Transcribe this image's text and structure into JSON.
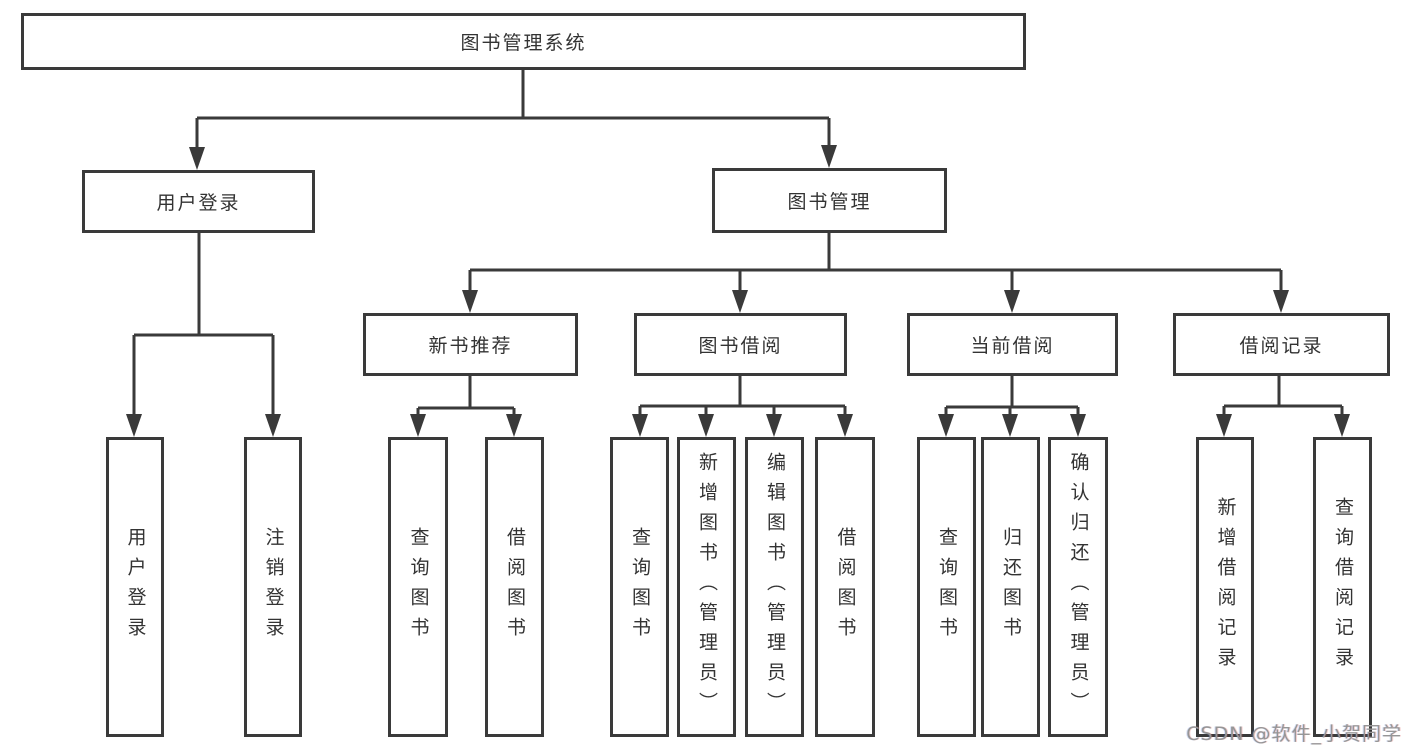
{
  "diagram_title": "图书管理系统",
  "tree": {
    "label": "图书管理系统",
    "children": [
      {
        "label": "用户登录",
        "children": [
          {
            "label": "用户登录"
          },
          {
            "label": "注销登录"
          }
        ]
      },
      {
        "label": "图书管理",
        "children": [
          {
            "label": "新书推荐",
            "children": [
              {
                "label": "查询图书"
              },
              {
                "label": "借阅图书"
              }
            ]
          },
          {
            "label": "图书借阅",
            "children": [
              {
                "label": "查询图书"
              },
              {
                "label": "新增图书（管理员）"
              },
              {
                "label": "编辑图书（管理员）"
              },
              {
                "label": "借阅图书"
              }
            ]
          },
          {
            "label": "当前借阅",
            "children": [
              {
                "label": "查询图书"
              },
              {
                "label": "归还图书"
              },
              {
                "label": "确认归还（管理员）"
              }
            ]
          },
          {
            "label": "借阅记录",
            "children": [
              {
                "label": "新增借阅记录"
              },
              {
                "label": "查询借阅记录"
              }
            ]
          }
        ]
      }
    ]
  },
  "watermark": {
    "text": "CSDN @软件_小贺同学"
  },
  "colors": {
    "line": "#3a3a3a",
    "box_border": "#3a3a3a",
    "text": "#333333",
    "background": "#ffffff",
    "watermark_text": "#969696"
  }
}
